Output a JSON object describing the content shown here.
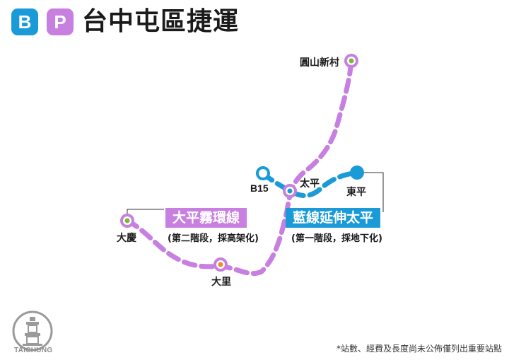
{
  "header": {
    "badges": [
      {
        "letter": "B",
        "color": "#1a9bd7"
      },
      {
        "letter": "P",
        "color": "#c77fe0"
      }
    ],
    "title": "台中屯區捷運"
  },
  "colors": {
    "blue_line": "#1a9bd7",
    "purple_line": "#c77fe0"
  },
  "stations": {
    "yuanshan": "圓山新村",
    "b15": "B15",
    "taiping": "太平",
    "dongping": "東平",
    "daqing": "大慶",
    "dali": "大里"
  },
  "lines": {
    "purple": {
      "name": "大平霧環線",
      "note": "(第二階段，採高架化)"
    },
    "blue": {
      "name": "藍線延伸太平",
      "note": "(第一階段，採地下化)"
    }
  },
  "logo": {
    "text": "TAICHUNG",
    "icon": "taichung-city-logo-icon"
  },
  "footnote": "*站數、經費及長度尚未公佈僅列出重要站點"
}
